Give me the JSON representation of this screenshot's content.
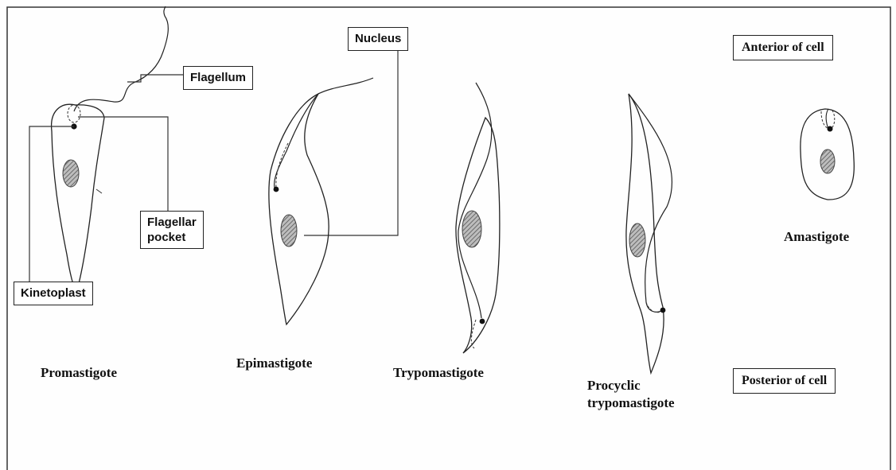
{
  "labels": {
    "flagellum": "Flagellum",
    "nucleus": "Nucleus",
    "flagellar_pocket_line1": "Flagellar",
    "flagellar_pocket_line2": "pocket",
    "kinetoplast": "Kinetoplast",
    "anterior": "Anterior of cell",
    "posterior": "Posterior of cell"
  },
  "stages": {
    "promastigote": "Promastigote",
    "epimastigote": "Epimastigote",
    "trypomastigote": "Trypomastigote",
    "procyclic_line1": "Procyclic",
    "procyclic_line2": "trypomastigote",
    "amastigote": "Amastigote"
  }
}
